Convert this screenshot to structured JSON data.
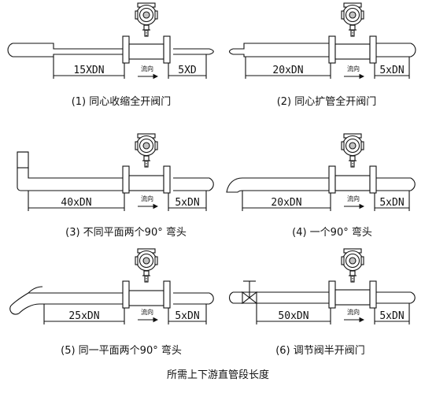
{
  "title": "所需上下游直管段长度",
  "flow_label": "流向",
  "panels": [
    {
      "caption": "(1) 同心收缩全开阀门",
      "upstream": "15XDN",
      "downstream": "5XD"
    },
    {
      "caption": "(2) 同心扩管全开阀门",
      "upstream": "20xDN",
      "downstream": "5xDN"
    },
    {
      "caption": "(3) 不同平面两个90° 弯头",
      "upstream": "40xDN",
      "downstream": "5xDN"
    },
    {
      "caption": "(4) 一个90° 弯头",
      "upstream": "20xDN",
      "downstream": "5xDN"
    },
    {
      "caption": "(5) 同一平面两个90° 弯头",
      "upstream": "25xDN",
      "downstream": "5xDN"
    },
    {
      "caption": "(6) 调节阀半开阀门",
      "upstream": "50xDN",
      "downstream": "5xDN"
    }
  ],
  "colors": {
    "line": "#111111",
    "background": "#ffffff"
  }
}
